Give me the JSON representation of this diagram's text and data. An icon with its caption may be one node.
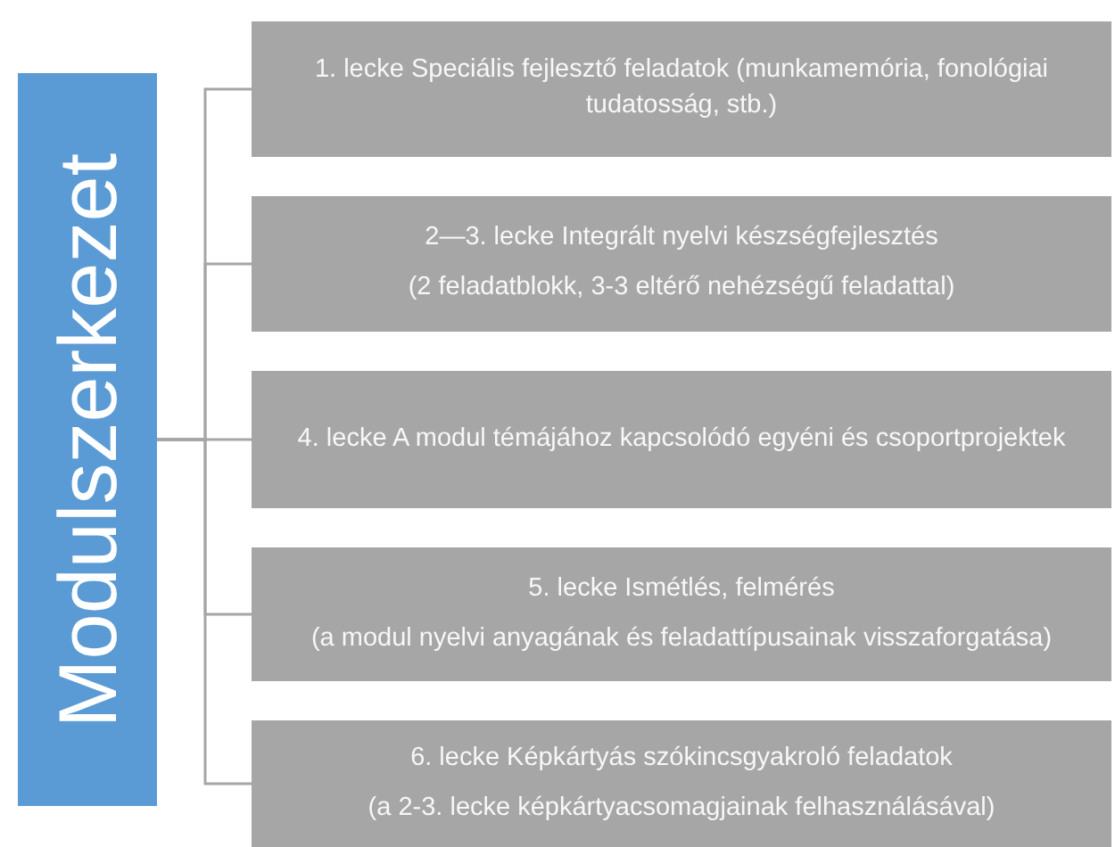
{
  "diagram": {
    "nodes": [
      {
        "text": [
          "Modulszerkezet"
        ]
      },
      {
        "text": [
          "1. lecke Speciális fejlesztő feladatok (munkamemória, fonológiai tudatosság, stb.)"
        ]
      },
      {
        "text": [
          "2—3. lecke Integrált nyelvi készségfejlesztés",
          "(2 feladatblokk, 3-3 eltérő nehézségű feladattal)"
        ]
      },
      {
        "text": [
          "4. lecke A modul témájához kapcsolódó egyéni és csoportprojektek"
        ]
      },
      {
        "text": [
          "5. lecke Ismétlés, felmérés",
          "(a modul nyelvi anyagának és feladattípusainak visszaforgatása)"
        ]
      },
      {
        "text": [
          "6. lecke Képkártyás szókincsgyakroló feladatok",
          "(a 2-3. lecke képkártyacsomagjainak felhasználásával)"
        ]
      }
    ],
    "edges": [
      {
        "from": 0,
        "to": 1,
        "arrow": "none"
      },
      {
        "from": 0,
        "to": 2,
        "arrow": "none"
      },
      {
        "from": 0,
        "to": 3,
        "arrow": "none"
      },
      {
        "from": 0,
        "to": 4,
        "arrow": "none"
      },
      {
        "from": 0,
        "to": 5,
        "arrow": "none"
      }
    ]
  }
}
